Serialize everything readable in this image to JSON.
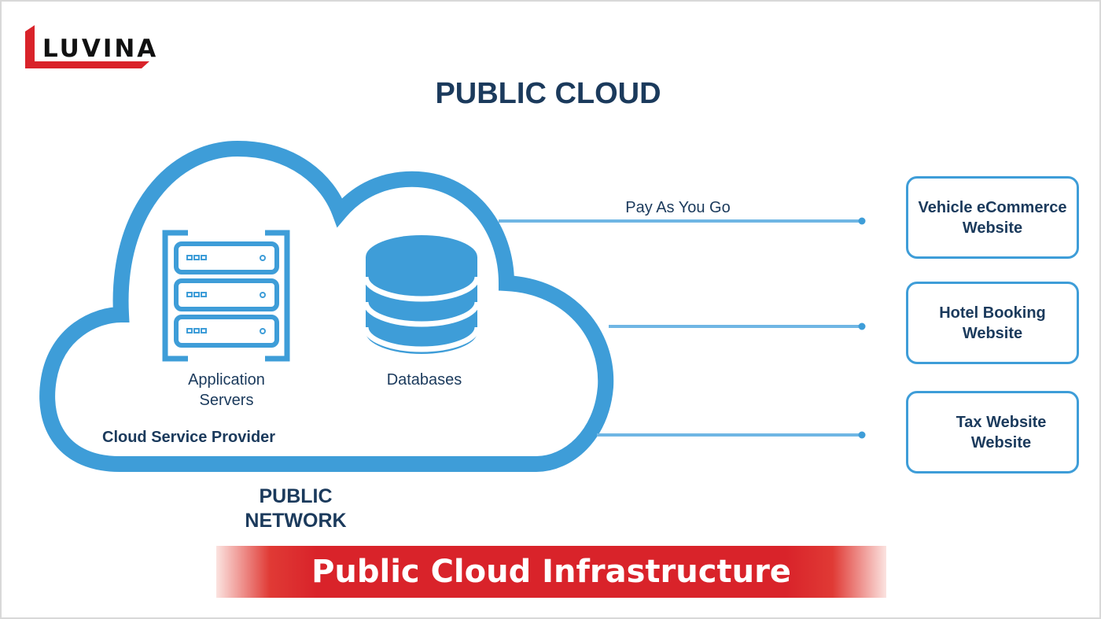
{
  "logo": {
    "text": "LUVINA"
  },
  "title": "PUBLIC CLOUD",
  "cloud": {
    "app_servers_label": "Application Servers",
    "app_servers_line1": "Application",
    "app_servers_line2": "Servers",
    "databases_label": "Databases",
    "provider_label": "Cloud Service Provider"
  },
  "connection_label": "Pay As You Go",
  "network_label": {
    "line1": "PUBLIC",
    "line2": "NETWORK"
  },
  "websites": [
    {
      "line1": "Vehicle eCommerce",
      "line2": "Website"
    },
    {
      "line1": "Hotel Booking",
      "line2": "Website"
    },
    {
      "line1": "Tax Website",
      "line2": "Website"
    }
  ],
  "banner": "Public Cloud Infrastructure",
  "colors": {
    "blue": "#3e9dd8",
    "navy": "#1b3a5c",
    "red": "#d9232a"
  }
}
